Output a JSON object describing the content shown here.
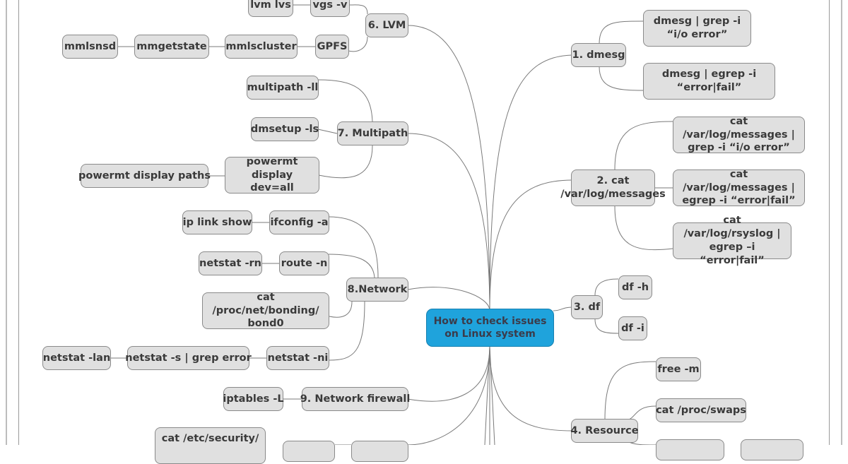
{
  "root": "How to check issues on Linux system",
  "right": {
    "dmesg": {
      "label": "1. dmesg",
      "children": [
        "dmesg | grep -i “i/o error”",
        "dmesg | egrep -i “error|fail”"
      ]
    },
    "messages": {
      "label": "2. cat /var/log/messages",
      "children": [
        "cat /var/log/messages | grep -i “i/o error”",
        "cat /var/log/messages | egrep -i “error|fail”",
        "cat /var/log/rsyslog | egrep –i “error|fail”"
      ]
    },
    "df": {
      "label": "3. df",
      "children": [
        "df -h",
        "df -i"
      ]
    },
    "resource": {
      "label": "4. Resource",
      "children": [
        "free -m",
        "cat /proc/swaps"
      ]
    }
  },
  "left": {
    "lvm": {
      "label": "6. LVM",
      "children": [
        "lvm lvs",
        "vgs -v",
        "GPFS",
        "mmlscluster",
        "mmgetstate",
        "mmlsnsd"
      ]
    },
    "multipath": {
      "label": "7. Multipath",
      "children": [
        "multipath -ll",
        "dmsetup -ls",
        "powermt display dev=all",
        "powermt display paths"
      ]
    },
    "network": {
      "label": "8.Network",
      "children": [
        "ifconfig -a",
        "ip link show",
        "route -n",
        "netstat -rn",
        "cat /proc/net/bonding/ bond0",
        "netstat -ni",
        "netstat -s | grep error",
        "netstat -lan"
      ]
    },
    "firewall": {
      "label": "9. Network firewall",
      "children": [
        "iptables -L"
      ]
    },
    "security": {
      "children": [
        "cat /etc/security/"
      ]
    }
  },
  "colors": {
    "root_fill": "#1fa3dc",
    "node_fill": "#e0e0e0",
    "node_border": "#8a8a8a",
    "link": "#7a7a7a"
  }
}
